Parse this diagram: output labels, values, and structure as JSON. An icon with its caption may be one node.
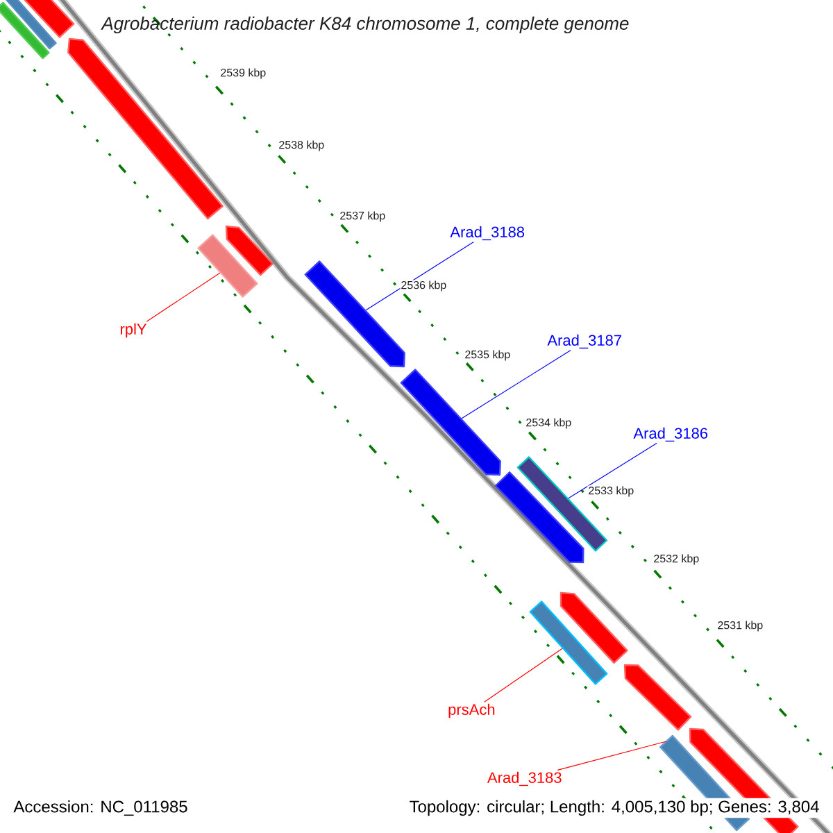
{
  "diagram": {
    "title": "Agrobacterium radiobacter K84 chromosome 1, complete genome",
    "nodes": [
      {
        "text": [],
        "shape": "bar"
      },
      {
        "text": [],
        "shape": "bar"
      },
      {
        "text": [],
        "shape": "bar"
      },
      {
        "text": [],
        "shape": "arrow"
      },
      {
        "text": [],
        "shape": "arrow"
      },
      {
        "text": [
          "Arad_3188"
        ]
      },
      {
        "text": [],
        "shape": "bar"
      },
      {
        "text": [],
        "shape": "arrow"
      },
      {
        "text": [
          "rplY"
        ]
      },
      {
        "text": [
          "Arad_3187"
        ]
      },
      {
        "text": [],
        "shape": "arrow"
      },
      {
        "text": [
          "Arad_3186"
        ]
      },
      {
        "text": [],
        "shape": "bar"
      },
      {
        "text": [],
        "shape": "arrow"
      },
      {
        "text": [],
        "shape": "arrow"
      },
      {
        "text": [],
        "shape": "bar"
      },
      {
        "text": [],
        "shape": "arrow"
      },
      {
        "text": [
          "prsAch"
        ]
      },
      {
        "text": [],
        "shape": "arrow"
      },
      {
        "text": [],
        "shape": "bar"
      },
      {
        "text": [
          "Arad_3183"
        ]
      }
    ],
    "edges": [
      {
        "from": 5,
        "to": 7,
        "arrow": "none",
        "color": "#0000ff"
      },
      {
        "from": 8,
        "to": 6,
        "arrow": "none",
        "color": "#ff0000"
      },
      {
        "from": 9,
        "to": 10,
        "arrow": "none",
        "color": "#0000ff"
      },
      {
        "from": 11,
        "to": 12,
        "arrow": "none",
        "color": "#0000ff"
      },
      {
        "from": 17,
        "to": 15,
        "arrow": "none",
        "color": "#ff0000"
      },
      {
        "from": 20,
        "to": 19,
        "arrow": "none",
        "color": "#ff0000"
      }
    ],
    "labels": [
      "2539 kbp",
      "2538 kbp",
      "2537 kbp",
      "2536 kbp",
      "2535 kbp",
      "2534 kbp",
      "2533 kbp",
      "2532 kbp",
      "2531 kbp",
      "Accession: NC_011985",
      "Topology: circular; Length: 4,005,130 bp; Genes: 3,804"
    ]
  }
}
